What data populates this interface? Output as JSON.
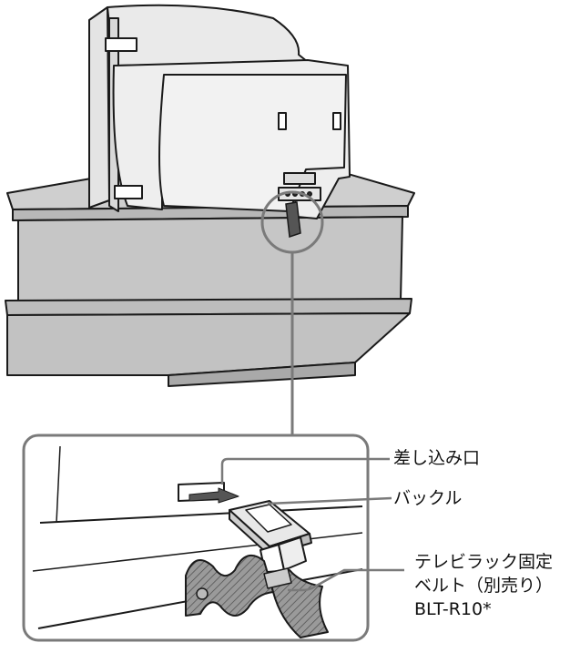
{
  "labels": {
    "slot": "差し込み口",
    "buckle": "バックル",
    "belt_line1": "テレビラック固定",
    "belt_line2": "ベルト（別売り）",
    "belt_line3": "BLT-R10*"
  },
  "colors": {
    "surface_gray": "#c8c8c8",
    "dark_gray": "#6e6e6e",
    "outline": "#1a1a1a"
  }
}
